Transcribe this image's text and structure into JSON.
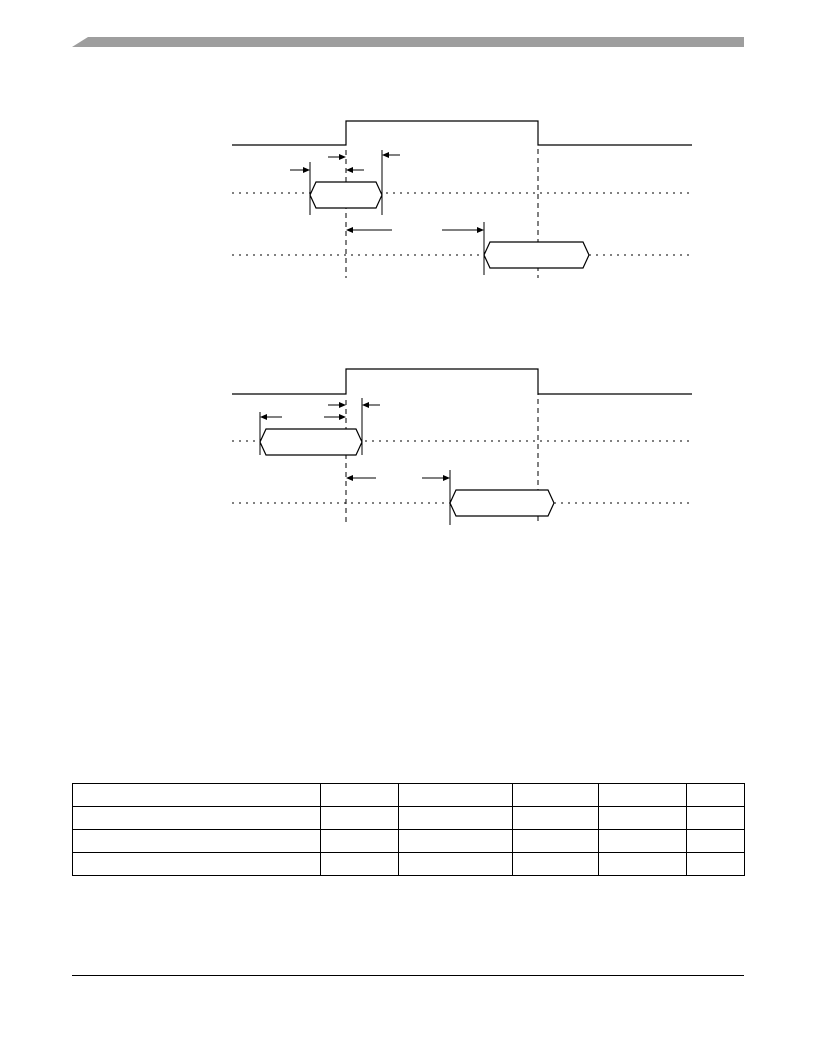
{
  "colors": {
    "header_bar": "#9e9e9e",
    "line": "#000000"
  },
  "diagrams": [
    {
      "id": "timing-diagram-1",
      "labels": []
    },
    {
      "id": "timing-diagram-2",
      "labels": []
    }
  ],
  "table": {
    "columns": 6,
    "rows": [
      [
        "",
        "",
        "",
        "",
        "",
        ""
      ],
      [
        "",
        "",
        "",
        "",
        "",
        ""
      ],
      [
        "",
        "",
        "",
        "",
        "",
        ""
      ],
      [
        "",
        "",
        "",
        "",
        "",
        ""
      ]
    ]
  }
}
